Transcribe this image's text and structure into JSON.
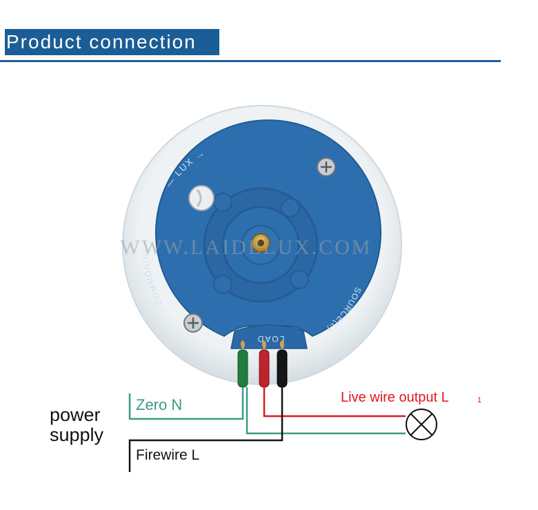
{
  "header": {
    "title": "Product connection",
    "accent_color": "#1b5d96"
  },
  "labels": {
    "zero_n": "Zero N",
    "firewire_l": "Firewire L",
    "live_wire_output": "Live wire output L",
    "live_wire_marker": "1",
    "power_supply_line1": "power",
    "power_supply_line2": "supply"
  },
  "device": {
    "watermark": "WWW.LAIDELUX.COM",
    "arc_labels": {
      "lux": "— LUX →",
      "common": "COMMON(N) +",
      "source": "SOURCE(L)",
      "load": "LOAD"
    },
    "body_color": "#2d6fae",
    "housing_color": "#e6ebee"
  },
  "wires": {
    "zero_color": "#3a9a85",
    "live_color": "#e0161b",
    "fire_color": "#111111"
  },
  "icons": {
    "lamp": "lamp-cross-icon",
    "screw": "screw-icon",
    "stud": "brass-stud-icon"
  }
}
